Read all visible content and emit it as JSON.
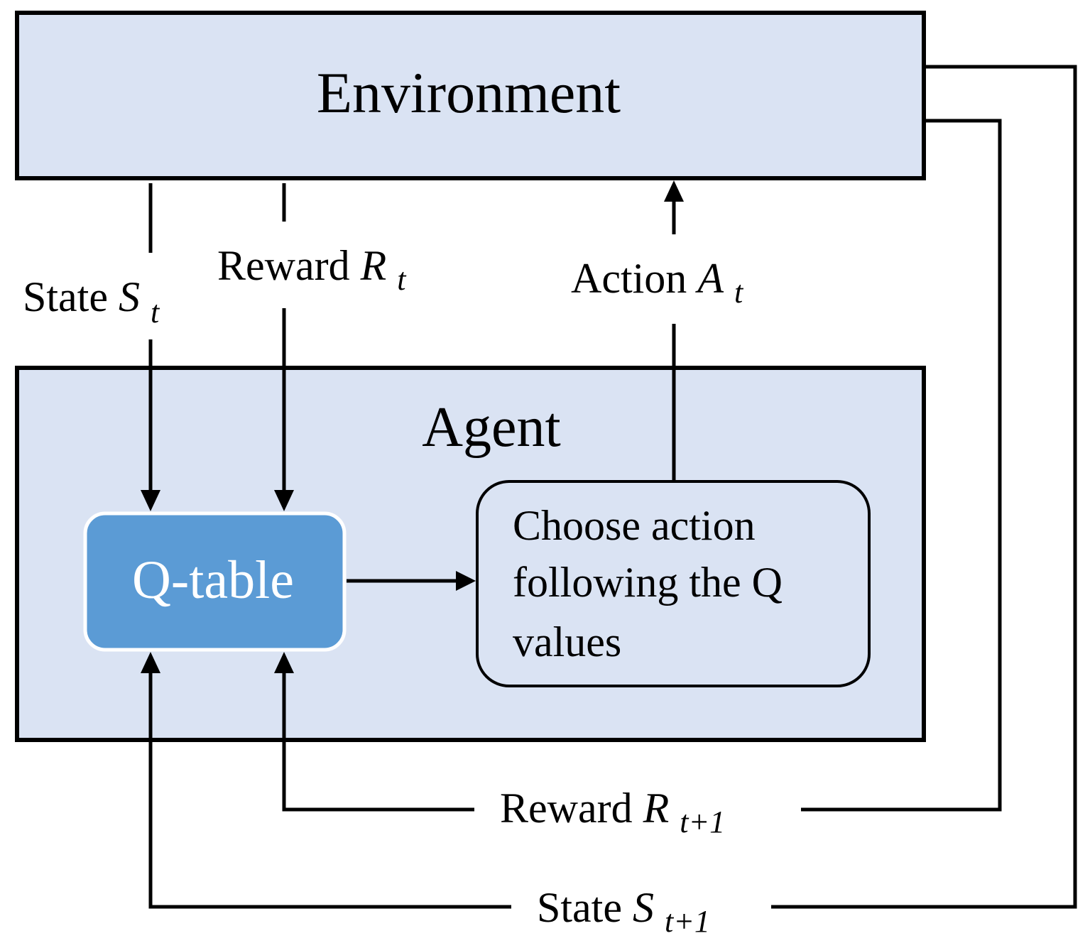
{
  "environment": {
    "title": "Environment",
    "fill": "#dae3f3"
  },
  "agent": {
    "title": "Agent",
    "fill": "#dae3f3"
  },
  "qtable": {
    "label": "Q-table",
    "fill": "#5b9bd5"
  },
  "choose_action": {
    "line1": "Choose action",
    "line2": "following the Q",
    "line3": "values"
  },
  "arrows": {
    "state_t": {
      "word": "State",
      "symbol": "S",
      "sub": "t"
    },
    "reward_t": {
      "word": "Reward",
      "symbol": "R",
      "sub": "t"
    },
    "action_t": {
      "word": "Action",
      "symbol": "A",
      "sub": "t"
    },
    "reward_t1": {
      "word": "Reward",
      "symbol": "R",
      "sub": "t+1"
    },
    "state_t1": {
      "word": "State",
      "symbol": "S",
      "sub": "t+1"
    }
  }
}
